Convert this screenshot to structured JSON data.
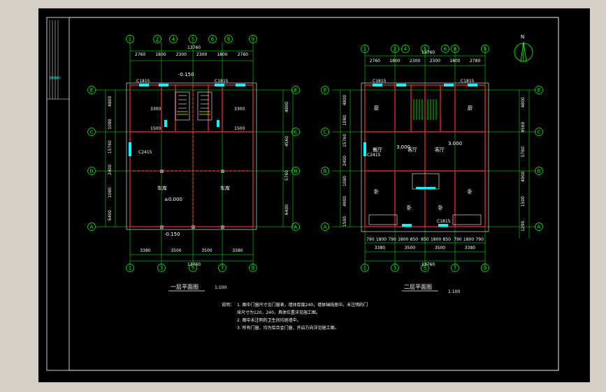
{
  "plan1": {
    "title": "一层平面图",
    "scale": "1:100",
    "top_total": "13760",
    "top_dims": [
      "2760",
      "1800",
      "2300",
      "2300",
      "1800",
      "2760"
    ],
    "bottom_dims": [
      "3380",
      "3500",
      "3500",
      "3380"
    ],
    "bottom_total": "13760",
    "top_axes": [
      "1",
      "2",
      "4",
      "5",
      "6",
      "8",
      "9"
    ],
    "bottom_axes": [
      "1",
      "3",
      "5",
      "7",
      "9"
    ],
    "row_axes": [
      "E",
      "C",
      "B",
      "A"
    ],
    "left_dims": [
      "4800",
      "1080",
      "15760",
      "2400",
      "1080",
      "6400"
    ],
    "right_dims": [
      "4800",
      "4560",
      "5760",
      "6400"
    ],
    "room_labels": [
      "车库",
      "车库",
      "3300",
      "3300",
      "1500",
      "1500"
    ],
    "level_main": "±0.000",
    "level_top": "-0.150",
    "level_bottom": "-0.150",
    "window_codes": [
      "C1815",
      "C1815",
      "C2415"
    ]
  },
  "plan2": {
    "title": "二层平面图",
    "scale": "1:100",
    "top_total": "13760",
    "top_dims": [
      "2760",
      "1800",
      "2300",
      "2300",
      "1800",
      "2780"
    ],
    "bottom_dims": [
      "3380",
      "3500",
      "3500",
      "3380"
    ],
    "bottom_sub_dims": [
      "790",
      "1800",
      "790",
      "1800",
      "850",
      "850",
      "1800",
      "850",
      "790",
      "1800",
      "790"
    ],
    "bottom_total": "13760",
    "top_axes": [
      "1",
      "2",
      "4",
      "5",
      "6",
      "8",
      "9"
    ],
    "bottom_axes": [
      "1",
      "3",
      "5",
      "7",
      "9"
    ],
    "row_axes": [
      "E",
      "C",
      "B",
      "A"
    ],
    "left_dims": [
      "4800",
      "1080",
      "15760",
      "2400",
      "1080",
      "4900",
      "1500"
    ],
    "right_dims": [
      "4800",
      "4560",
      "5760",
      "4900",
      "1500",
      "1290"
    ],
    "room_labels": [
      "厨",
      "厨",
      "餐厅",
      "客厅",
      "客厅",
      "卧",
      "卧",
      "卧",
      "卧"
    ],
    "levels": [
      "3.000",
      "3.000"
    ],
    "window_codes": [
      "C1815",
      "C1815",
      "C2415",
      "C1815"
    ]
  },
  "notes": {
    "label": "说明：",
    "lines": [
      "1. 图中门窗尺寸见门窗表，墙体厚度240，墙体轴线居中。未注明的门",
      "   垛尺寸为120，240，具体位置详见施工图。",
      "2. 图中未注明的卫生间均居墙中。",
      "3. 所有门窗，均为铝合金门窗，开启方向详见施工图。"
    ]
  },
  "north": "N",
  "frame_label": "图纸编号"
}
